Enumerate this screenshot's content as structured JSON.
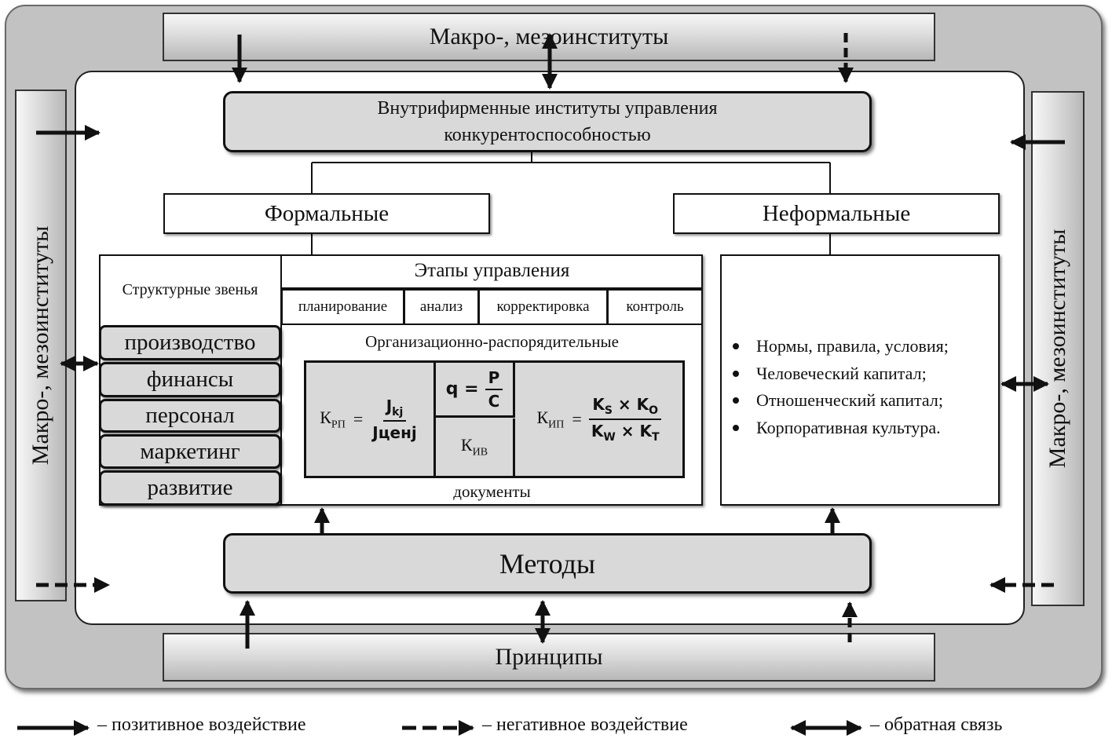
{
  "top_bar": "Макро-,  мезоинституты",
  "left_bar": "Макро-,  мезоинституты",
  "right_bar": "Макро-,  мезоинституты",
  "bottom_bar": "Принципы",
  "intrafirm": {
    "line1": "Внутрифирменные институты управления",
    "line2": "конкурентоспособностью"
  },
  "formal": "Формальные",
  "informal": "Неформальные",
  "structural_header": "Структурные звенья",
  "structural_units": [
    "производство",
    "финансы",
    "персонал",
    "маркетинг",
    "развитие"
  ],
  "stages_header": "Этапы управления",
  "stages": [
    "планирование",
    "анализ",
    "корректировка",
    "контроль"
  ],
  "org_label": "Организационно-распорядительные",
  "documents_label": "документы",
  "formulas": {
    "krp": {
      "label": "К",
      "sub": "РП",
      "eq": "=",
      "num": "J",
      "num_sub": "kj",
      "den": "Jценj"
    },
    "q": {
      "label": "q =",
      "num": "P",
      "den": "C"
    },
    "kiv": {
      "label": "К",
      "sub": "ИВ"
    },
    "kip": {
      "label": "К",
      "sub": "ИП",
      "eq": "=",
      "num_a": "K",
      "num_a_sub": "S",
      "num_op": "×",
      "num_b": "K",
      "num_b_sub": "O",
      "den_a": "K",
      "den_a_sub": "W",
      "den_op": "×",
      "den_b": "K",
      "den_b_sub": "T"
    }
  },
  "informal_items": [
    "Нормы, правила, условия;",
    "Человеческий капитал;",
    "Отношенческий капитал;",
    "Корпоративная культура."
  ],
  "methods": "Методы",
  "legend": {
    "positive": "– позитивное воздействие",
    "negative": "– негативное воздействие",
    "feedback": "– обратная  связь"
  }
}
